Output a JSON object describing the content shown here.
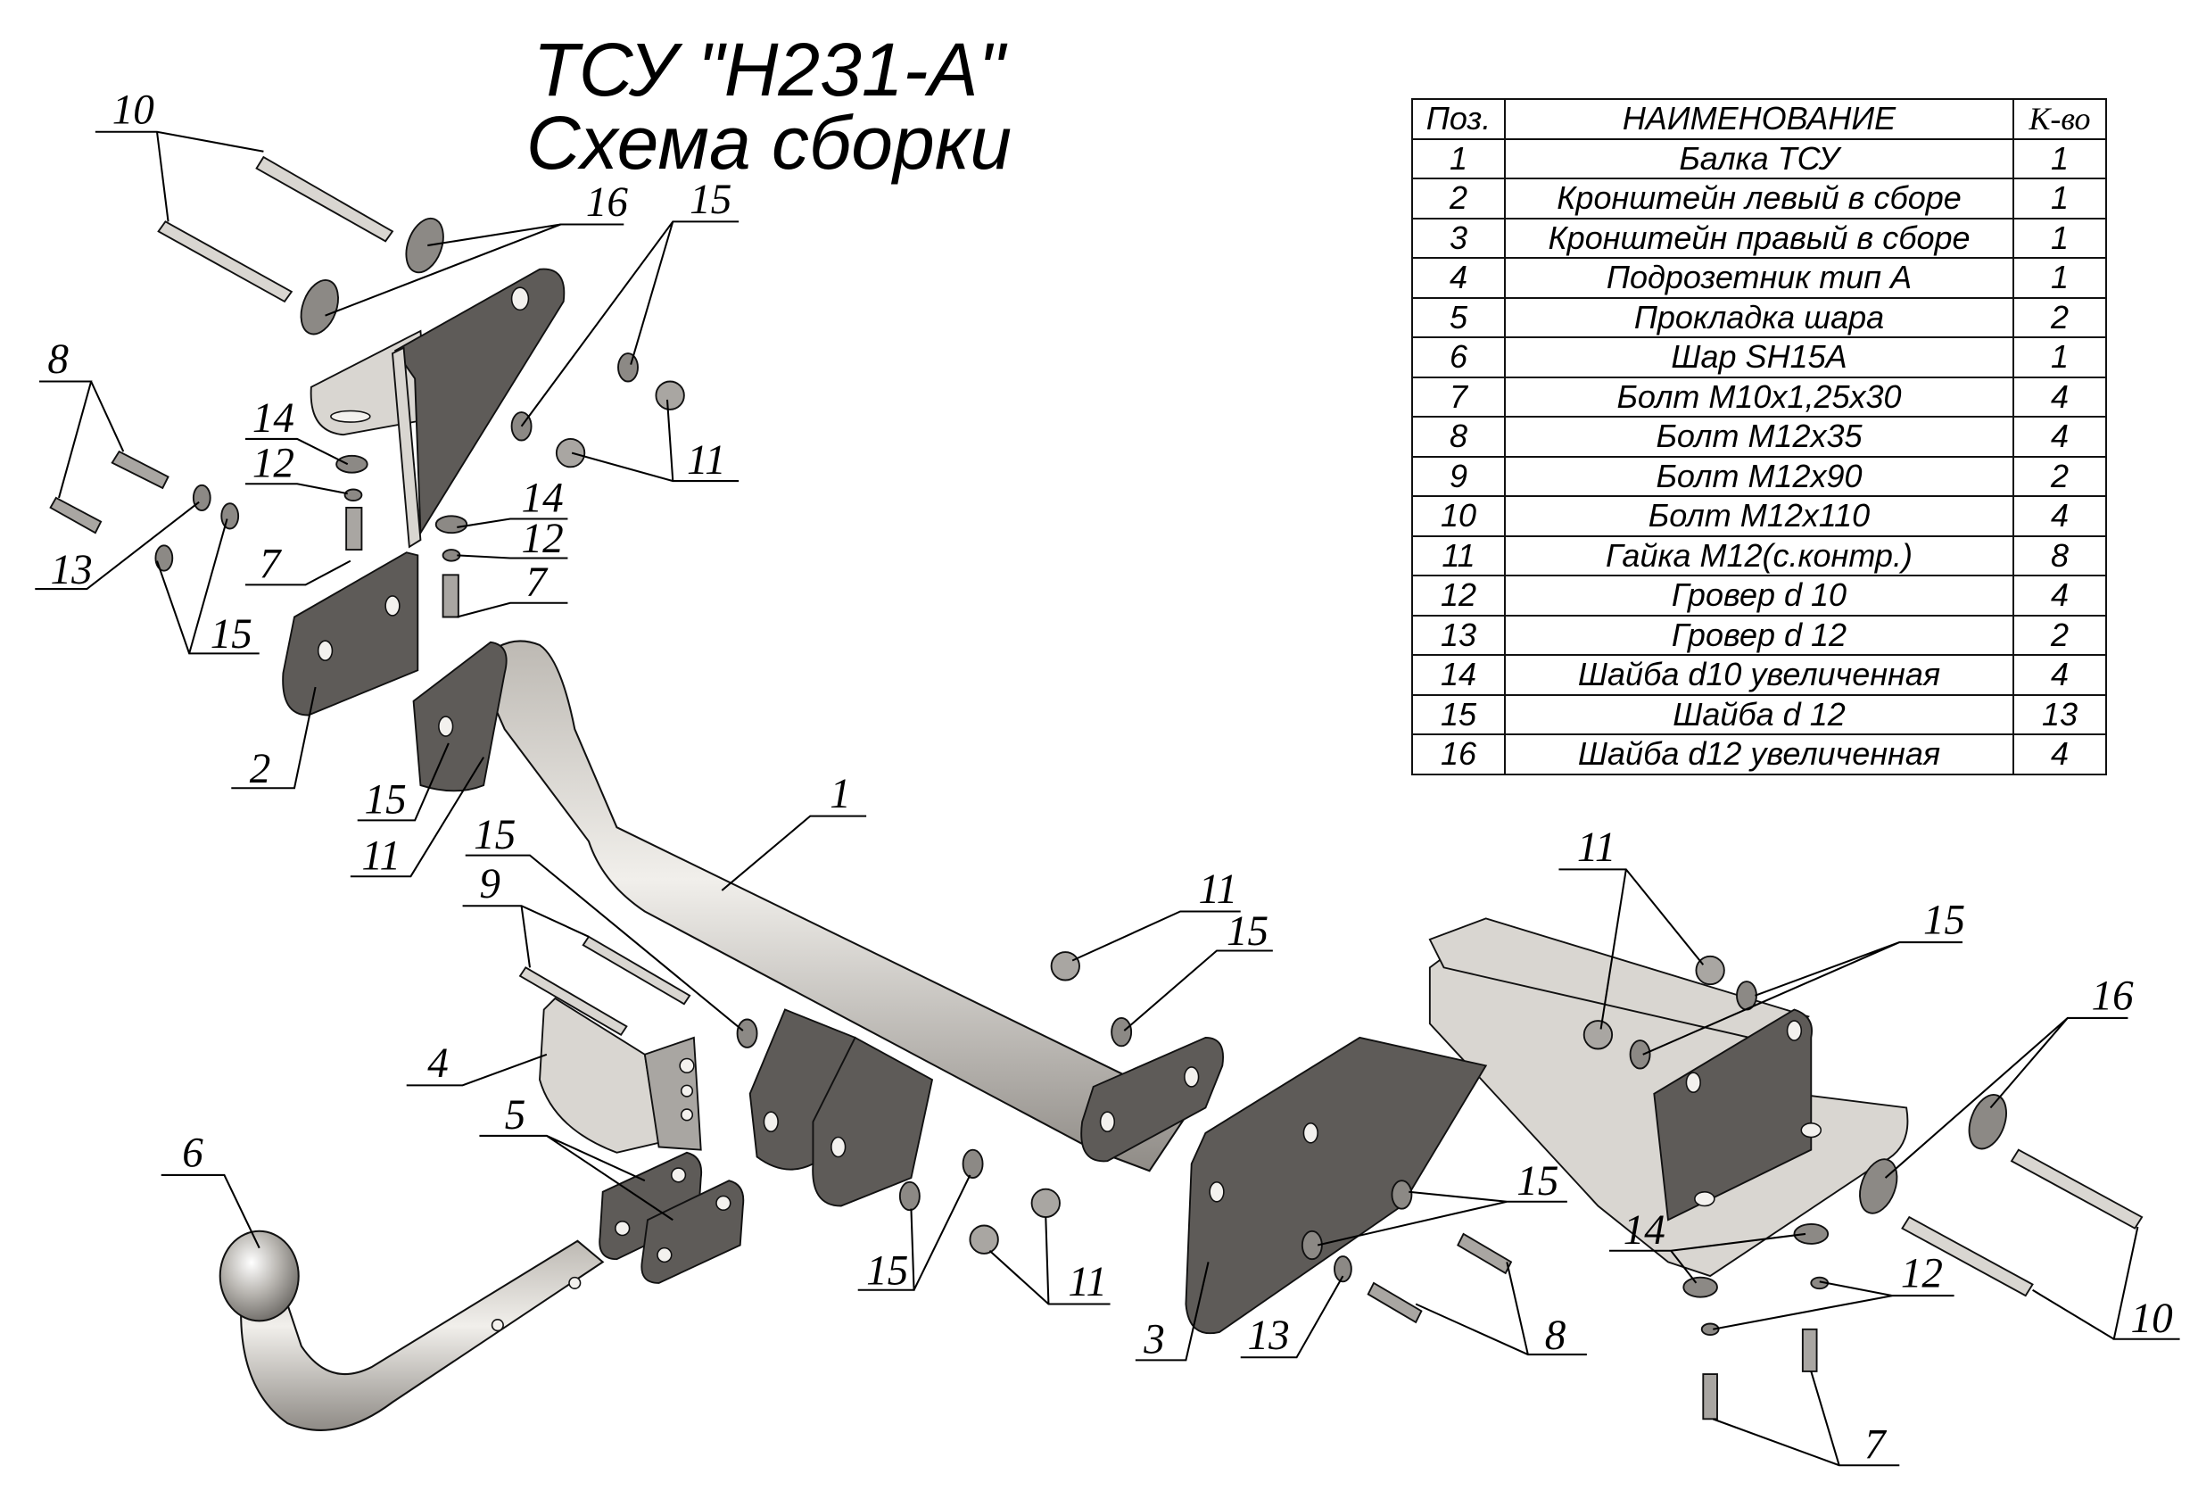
{
  "header": {
    "title_line1": "ТСУ \"H231-A\"",
    "title_line2": "Схема сборки"
  },
  "parts_table": {
    "columns": [
      "Поз.",
      "НАИМЕНОВАНИЕ",
      "К-во"
    ],
    "rows": [
      {
        "pos": "1",
        "name": "Балка ТСУ",
        "qty": "1"
      },
      {
        "pos": "2",
        "name": "Кронштейн левый в сборе",
        "qty": "1"
      },
      {
        "pos": "3",
        "name": "Кронштейн правый в сборе",
        "qty": "1"
      },
      {
        "pos": "4",
        "name": "Подрозетник тип А",
        "qty": "1"
      },
      {
        "pos": "5",
        "name": "Прокладка шара",
        "qty": "2"
      },
      {
        "pos": "6",
        "name": "Шар SH15A",
        "qty": "1"
      },
      {
        "pos": "7",
        "name": "Болт М10х1,25х30",
        "qty": "4"
      },
      {
        "pos": "8",
        "name": "Болт М12х35",
        "qty": "4"
      },
      {
        "pos": "9",
        "name": "Болт М12х90",
        "qty": "2"
      },
      {
        "pos": "10",
        "name": "Болт М12х110",
        "qty": "4"
      },
      {
        "pos": "11",
        "name": "Гайка М12(с.контр.)",
        "qty": "8"
      },
      {
        "pos": "12",
        "name": "Гровер d 10",
        "qty": "4"
      },
      {
        "pos": "13",
        "name": "Гровер d 12",
        "qty": "2"
      },
      {
        "pos": "14",
        "name": "Шайба d10 увеличенная",
        "qty": "4"
      },
      {
        "pos": "15",
        "name": "Шайба d 12",
        "qty": "13"
      },
      {
        "pos": "16",
        "name": "Шайба d12 увеличенная",
        "qty": "4"
      }
    ]
  },
  "callouts": {
    "c10a": "10",
    "c16a": "16",
    "c15a": "15",
    "c8a": "8",
    "c14a": "14",
    "c12a": "12",
    "c13a": "13",
    "c7a": "7",
    "c15b": "15",
    "c14b": "14",
    "c12b": "12",
    "c7b": "7",
    "c11a": "11",
    "c2": "2",
    "c15c": "15",
    "c11b": "11",
    "c1": "1",
    "c15d": "15",
    "c9": "9",
    "c4": "4",
    "c5": "5",
    "c6": "6",
    "c11c": "11",
    "c15e": "15",
    "c15f": "15",
    "c11d": "11",
    "c3": "3",
    "c11e": "11",
    "c15g": "15",
    "c16b": "16",
    "c15h": "15",
    "c13b": "13",
    "c8b": "8",
    "c14c": "14",
    "c12c": "12",
    "c10b": "10",
    "c7c": "7"
  }
}
